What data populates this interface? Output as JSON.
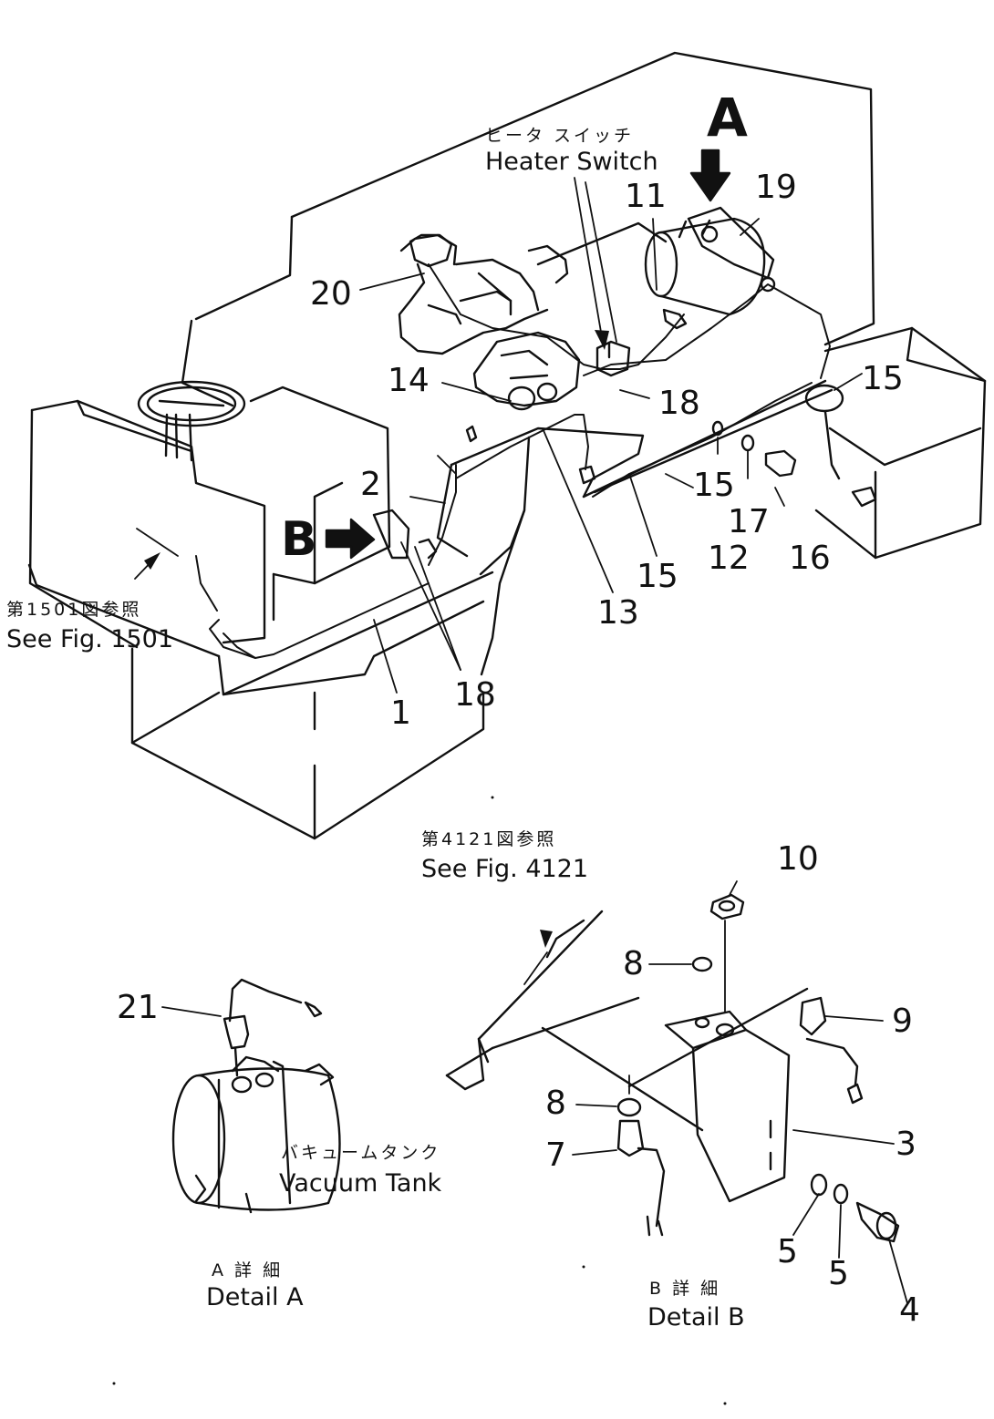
{
  "callouts": {
    "heater_switch_jp": "ヒータ スイッチ",
    "heater_switch_en": "Heater Switch",
    "see_1501_jp": "第1501図参照",
    "see_1501_en": "See Fig. 1501",
    "see_4121_jp": "第4121図参照",
    "see_4121_en": "See Fig. 4121",
    "vacuum_tank_jp": "バキュームタンク",
    "vacuum_tank_en": "Vacuum Tank",
    "detail_a_jp": "A 詳 細",
    "detail_a_en": "Detail A",
    "detail_b_jp": "B 詳 細",
    "detail_b_en": "Detail B",
    "view_a": "A",
    "view_b": "B"
  },
  "part_numbers": [
    "1",
    "2",
    "3",
    "4",
    "5",
    "5",
    "7",
    "8",
    "8",
    "9",
    "10",
    "11",
    "12",
    "13",
    "14",
    "15",
    "15",
    "15",
    "16",
    "17",
    "18",
    "18",
    "19",
    "20",
    "21"
  ]
}
